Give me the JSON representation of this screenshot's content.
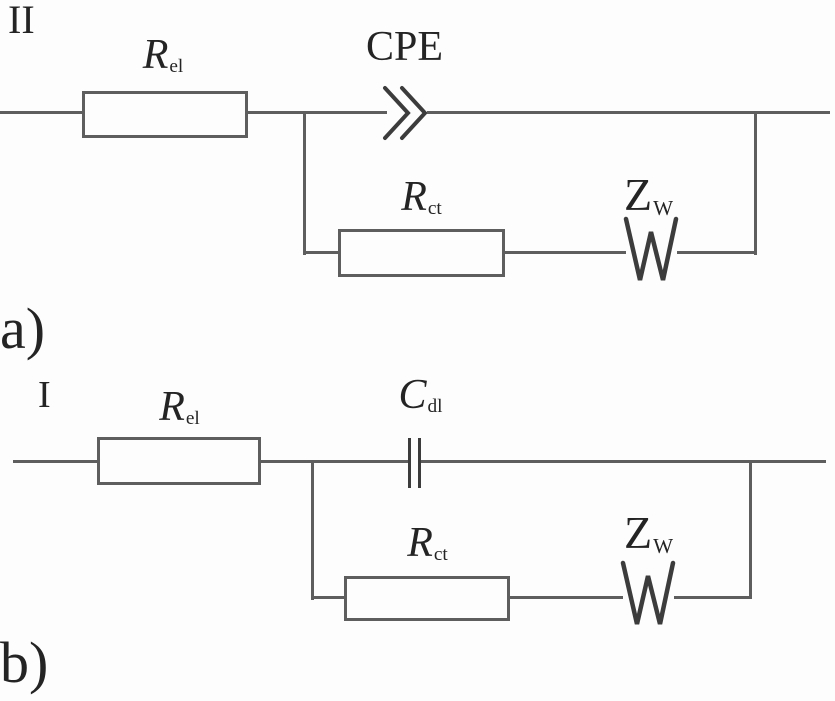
{
  "colors": {
    "background": "#fdfdfd",
    "line": "#5e5e5e",
    "ink": "#3c3c3c",
    "text": "#242424"
  },
  "panels": {
    "a_label": "a)",
    "b_label": "b)"
  },
  "circuit_top": {
    "id": "II",
    "r_el": {
      "main": "R",
      "sub": "el"
    },
    "cpe": {
      "label": "CPE",
      "glyph": "≫"
    },
    "r_ct": {
      "main": "R",
      "sub": "ct"
    },
    "z_w": {
      "main": "Z",
      "sub": "W",
      "warburg_glyph": "W"
    }
  },
  "circuit_bottom": {
    "id": "I",
    "r_el": {
      "main": "R",
      "sub": "el"
    },
    "c_dl": {
      "main": "C",
      "sub": "dl"
    },
    "r_ct": {
      "main": "R",
      "sub": "ct"
    },
    "z_w": {
      "main": "Z",
      "sub": "W",
      "warburg_glyph": "W"
    }
  }
}
